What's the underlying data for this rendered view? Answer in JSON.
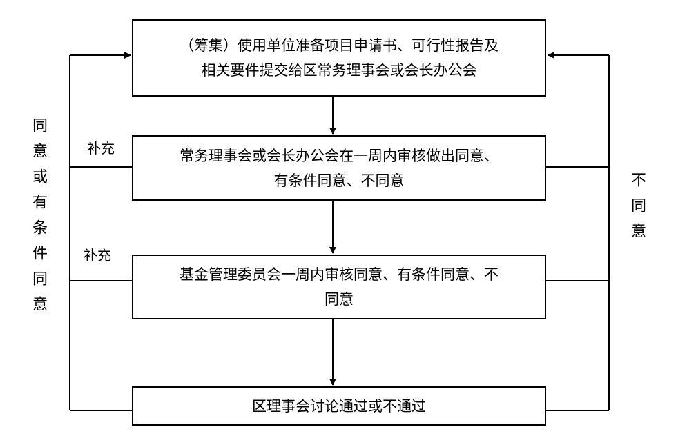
{
  "flow": {
    "step1_line1": "（筹集）使用单位准备项目申请书、可行性报告及",
    "step1_line2": "相关要件提交给区常务理事会或会长办公会",
    "step2_line1": "常务理事会或会长办公会在一周内审核做出同意、",
    "step2_line2": "有条件同意、不同意",
    "step3_line1": "基金管理委员会一周内审核同意、有条件同意、不",
    "step3_line2": "同意",
    "step4": "区理事会讨论通过或不通过"
  },
  "labels": {
    "supplement_1": "补充",
    "supplement_2": "补充",
    "left_loop": "同意或有条件同意",
    "right_loop": "不同意"
  }
}
